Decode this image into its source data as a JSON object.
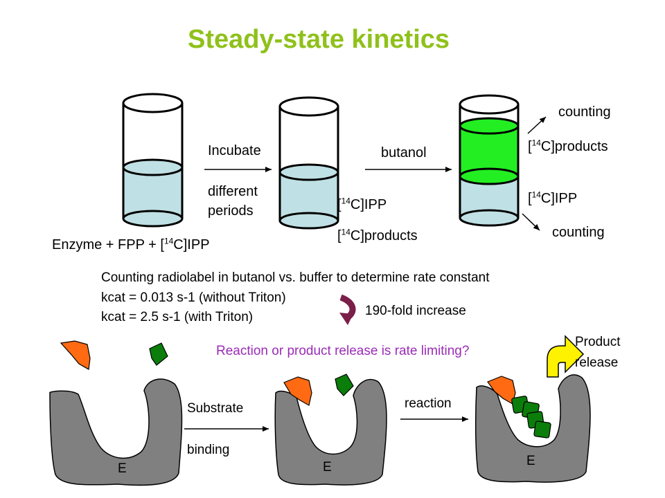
{
  "title": "Steady-state kinetics",
  "labels": {
    "incubate": "Incubate",
    "different": "different",
    "periods": "periods",
    "butanol": "butanol",
    "enzyme_mix_pre": "Enzyme + FPP + [",
    "enzyme_mix_post": "C]IPP",
    "ipp_mid_pre": "[",
    "ipp_mid_post": "C]IPP",
    "products_mid_pre": "[",
    "products_mid_post": "C]products",
    "products_right_pre": "[",
    "products_right_post": "C]products",
    "ipp_right_pre": "[",
    "ipp_right_post": "C]IPP",
    "isotope": "14",
    "counting_top": "counting",
    "counting_bottom": "counting"
  },
  "text_block": {
    "line1": "Counting radiolabel in butanol vs. buffer to determine rate constant",
    "line2": "kcat = 0.013 s-1 (without Triton)",
    "line3": "kcat = 2.5 s-1 (with Triton)",
    "fold": "190-fold increase"
  },
  "question": "Reaction or product release is rate limiting?",
  "release": {
    "line1": "Product",
    "line2": "release"
  },
  "steps": {
    "substrate": "Substrate",
    "binding": "binding",
    "reaction": "reaction"
  },
  "enzyme_label": "E",
  "colors": {
    "title": "#8fc11a",
    "buffer": "#bfe0e4",
    "butanol": "#22ee22",
    "enzyme": "#808080",
    "substrate_orange": "#ff6a13",
    "substrate_green": "#0b7d0b",
    "question": "#9b2bb8",
    "arrow_yellow": "#fff200"
  }
}
